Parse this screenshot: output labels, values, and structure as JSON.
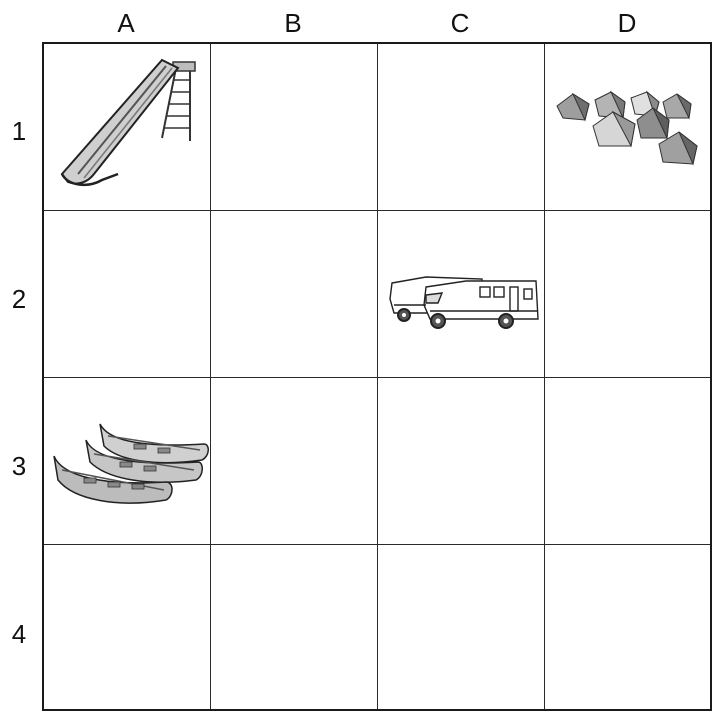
{
  "grid": {
    "columns": [
      "A",
      "B",
      "C",
      "D"
    ],
    "rows": [
      "1",
      "2",
      "3",
      "4"
    ]
  },
  "items": [
    {
      "cell": "A1",
      "icon": "slide-icon"
    },
    {
      "cell": "D1",
      "icon": "tents-icon"
    },
    {
      "cell": "C2",
      "icon": "rv-icon"
    },
    {
      "cell": "A3",
      "icon": "canoes-icon"
    }
  ],
  "colors": {
    "line": "#1a1a1a",
    "icon_fill": "#c8c8c8",
    "icon_dark": "#6e6e6e"
  }
}
